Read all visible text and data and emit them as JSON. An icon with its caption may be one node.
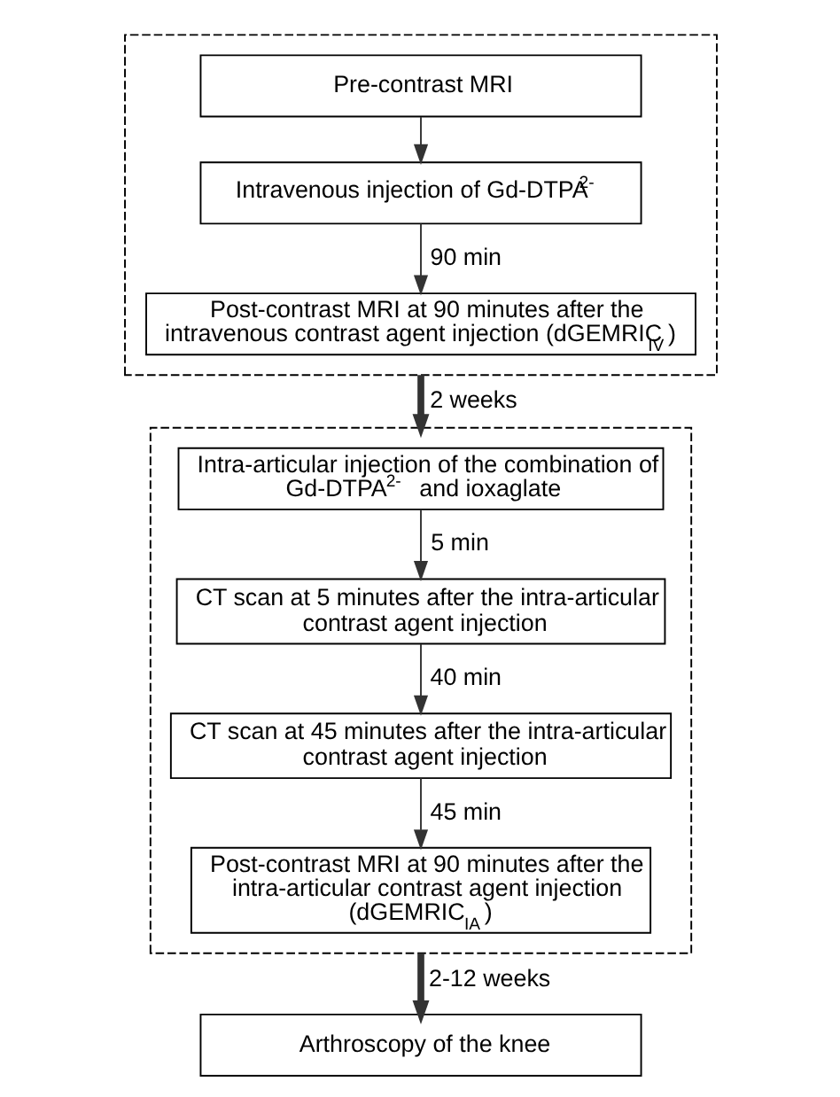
{
  "diagram": {
    "nodes": [
      {
        "text": [],
        "shape": "box"
      },
      {
        "text": [
          "Pre-contrast MRI"
        ],
        "in": 0
      },
      {
        "text": [
          "Intravenous injection of Gd-DTPA$^{2-}$"
        ],
        "in": 0
      },
      {
        "text": [
          "Post-contrast MRI at 90 minutes after the intravenous contrast agent injection (dGEMRIC$_{IV}$)"
        ],
        "in": 0
      },
      {
        "text": [],
        "shape": "box"
      },
      {
        "text": [
          "Intra-articular injection of the combination of Gd-DTPA$^{2-}$ and ioxaglate"
        ],
        "in": 4
      },
      {
        "text": [
          "CT scan at 5 minutes after the intra-articular contrast agent injection"
        ],
        "in": 4
      },
      {
        "text": [
          "CT scan at 45 minutes after the intra-articular contrast agent injection"
        ],
        "in": 4
      },
      {
        "text": [
          "Post-contrast MRI at 90 minutes after the intra-articular contrast agent injection (dGEMRIC$_{IA}$)"
        ],
        "in": 4
      },
      {
        "text": [
          "Arthroscopy of the knee"
        ]
      }
    ],
    "edges": [
      {
        "from": 1,
        "to": 2,
        "arrow": "to"
      },
      {
        "from": 2,
        "to": 3,
        "arrow": "to",
        "label": "90 min"
      },
      {
        "from": 0,
        "to": 4,
        "arrow": "to",
        "label": "2 weeks",
        "style": "thick"
      },
      {
        "from": 5,
        "to": 6,
        "arrow": "to",
        "label": "5 min"
      },
      {
        "from": 6,
        "to": 7,
        "arrow": "to",
        "label": "40 min"
      },
      {
        "from": 7,
        "to": 8,
        "arrow": "to",
        "label": "45 min"
      },
      {
        "from": 4,
        "to": 9,
        "arrow": "to",
        "label": "2-12 weeks",
        "style": "thick"
      }
    ]
  }
}
